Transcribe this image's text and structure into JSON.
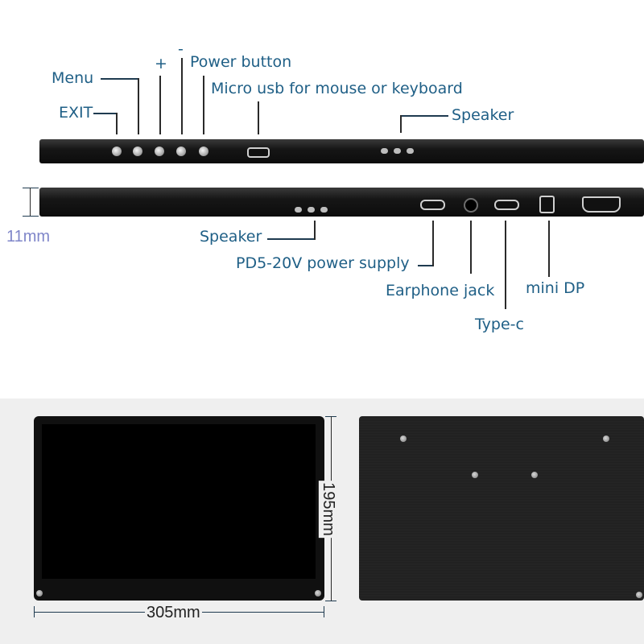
{
  "labels": {
    "menu": "Menu",
    "plus": "+",
    "minus": "-",
    "power": "Power button",
    "micro_usb": "Micro usb for mouse or keyboard",
    "exit": "EXIT",
    "speaker_top": "Speaker",
    "speaker_bottom": "Speaker",
    "pd_supply": "PD5-20V power supply",
    "earphone": "Earphone jack",
    "mini_dp": "mini DP",
    "type_c": "Type-c"
  },
  "dimensions": {
    "thickness": "11mm",
    "height": "195mm",
    "width": "305mm"
  },
  "colors": {
    "label": "#1f5f86",
    "thickness_label": "#7f86c9",
    "bezel": "#101010",
    "panel_bg": "#efefef"
  }
}
